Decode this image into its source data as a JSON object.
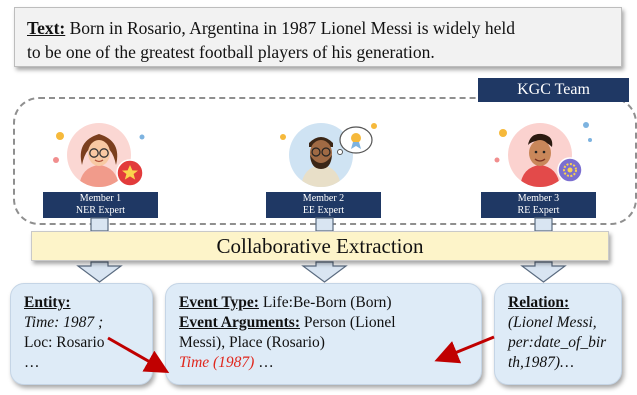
{
  "text_box": {
    "label": "Text:",
    "line1": " Born in Rosario, Argentina in 1987 Lionel Messi is widely held",
    "line2": "to be one of the greatest football players of his generation."
  },
  "team": {
    "label": "KGC Team"
  },
  "members": [
    {
      "name": "Member 1",
      "role": "NER Expert"
    },
    {
      "name": "Member 2",
      "role": "EE Expert"
    },
    {
      "name": "Member 3",
      "role": "RE Expert"
    }
  ],
  "collab": {
    "label": "Collaborative   Extraction"
  },
  "entity": {
    "heading": "Entity:",
    "time": "Time: 1987 ;",
    "loc": "Loc: Rosario",
    "ellipsis": "…"
  },
  "event": {
    "type_label": "Event Type:",
    "type_value": " Life:Be-Born (Born)",
    "args_label": "Event Arguments:",
    "args_value1": " Person (Lionel",
    "args_value2": "Messi), Place (Rosario)",
    "time_arg": "Time (1987)",
    "ellipsis": "  …"
  },
  "relation": {
    "heading": "Relation:",
    "line1": "(Lionel Messi,",
    "line2": "per:date_of_bir",
    "line3": "th,1987)…"
  },
  "colors": {
    "navy": "#1f3864",
    "collab_fill": "#fdf4c9",
    "output_fill": "#deebf7",
    "highlight_red": "#e0261c",
    "arrow_fill": "#d9e5f2"
  }
}
